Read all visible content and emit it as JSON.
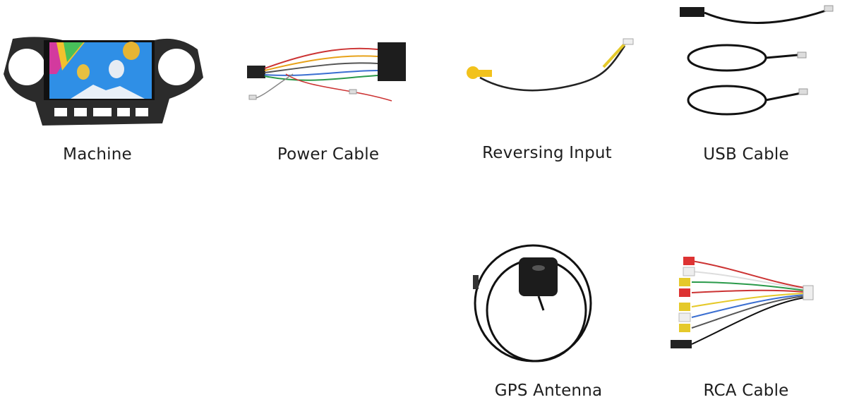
{
  "items": [
    {
      "label": "Machine"
    },
    {
      "label": "Power Cable"
    },
    {
      "label": "Reversing Input"
    },
    {
      "label": "USB Cable"
    },
    {
      "label": "GPS Antenna"
    },
    {
      "label": "RCA Cable"
    }
  ]
}
